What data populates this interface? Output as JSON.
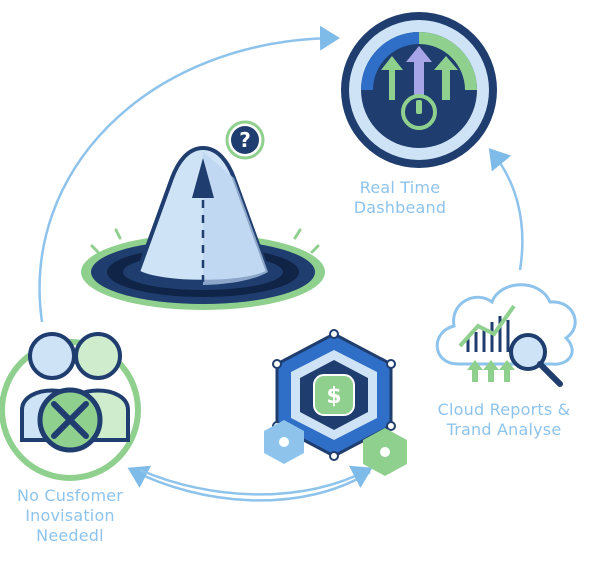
{
  "nodes": {
    "dashboard": {
      "lines": [
        "Real Time",
        "Dashbeand"
      ]
    },
    "cloud": {
      "lines": [
        "Cloud Reports &",
        "Trand Analyse"
      ]
    },
    "customer": {
      "lines": [
        "No Cusfomer",
        "Inovisation",
        "Neededl"
      ]
    },
    "center": {
      "question_mark": "?"
    },
    "billing": {
      "currency_symbol": "$"
    }
  },
  "colors": {
    "navy": "#1f3d6e",
    "blue": "#2f6fc7",
    "light_blue": "#8ec3ec",
    "green": "#8fd08f",
    "pale_green": "#cfeccd",
    "pale_blue": "#cfe3f7"
  }
}
